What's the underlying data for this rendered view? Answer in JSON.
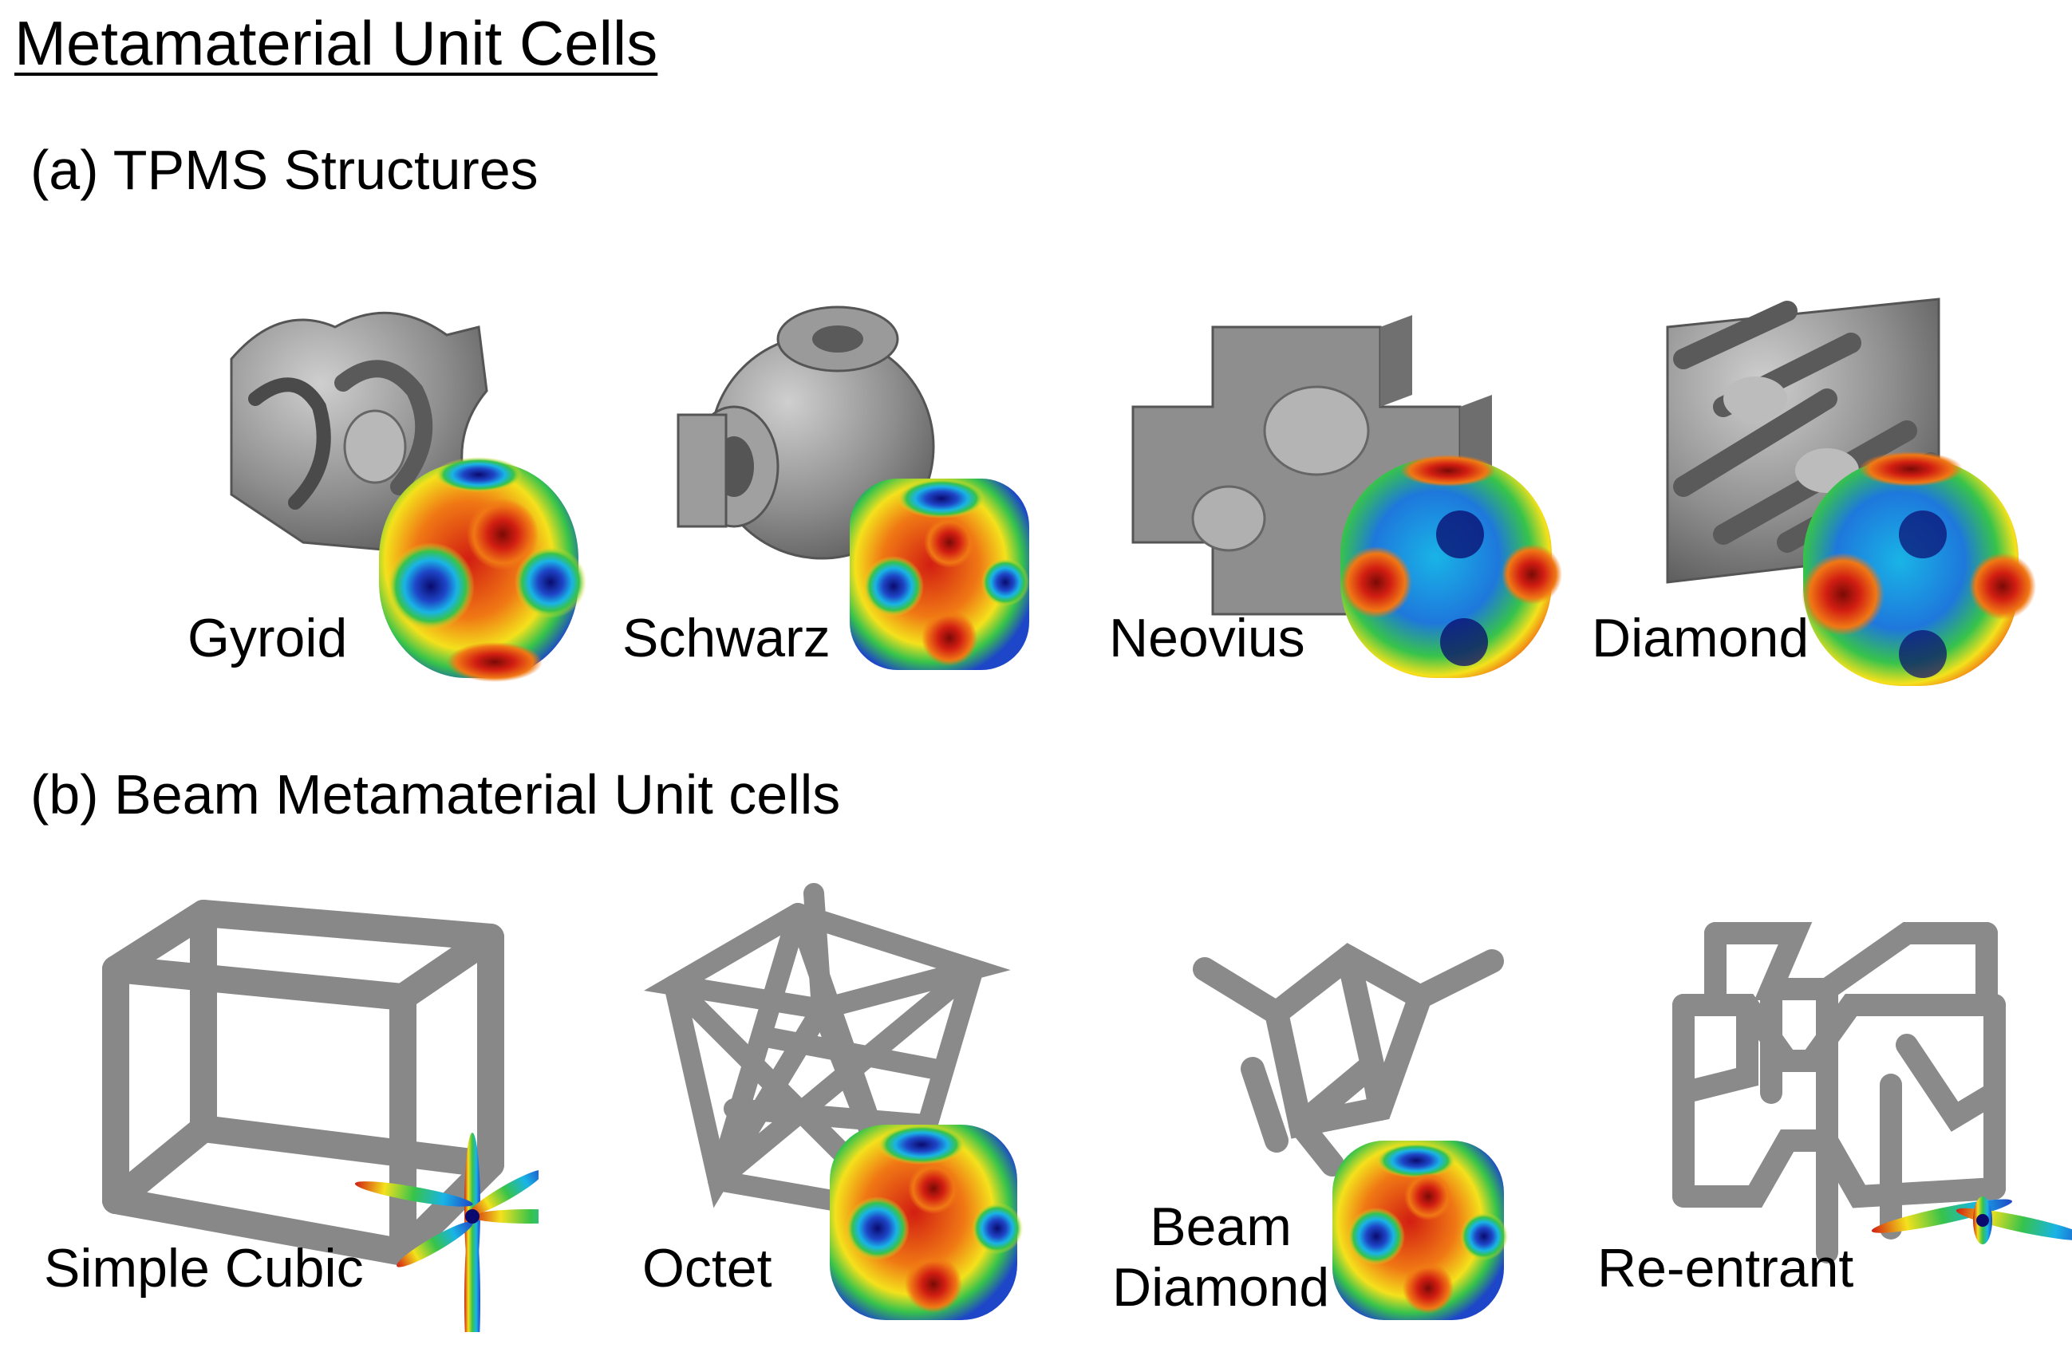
{
  "title": "Metamaterial Unit Cells",
  "sections": {
    "a": "(a) TPMS Structures",
    "b": "(b) Beam Metamaterial Unit cells"
  },
  "cells": {
    "gyroid": "Gyroid",
    "schwarz": "Schwarz",
    "neovius": "Neovius",
    "diamond": "Diamond",
    "simple_cubic": "Simple Cubic",
    "octet": "Octet",
    "beam_diamond_line1": "Beam",
    "beam_diamond_line2": "Diamond",
    "reentrant": "Re-entrant"
  },
  "colors": {
    "gray_structure": "#8c8c8c",
    "gray_dark": "#5e5e5e",
    "map_red": "#d21e12",
    "map_orange": "#f07814",
    "map_yellow": "#f4e11c",
    "map_green": "#37c34b",
    "map_cyan": "#19b4e6",
    "map_blue": "#1e46c8",
    "map_navy": "#0a0a6e"
  }
}
